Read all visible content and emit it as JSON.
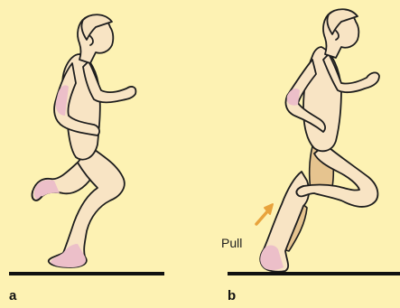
{
  "panels": [
    {
      "label": "a"
    },
    {
      "label": "b"
    }
  ],
  "annotation": {
    "text": "Pull",
    "arrow_color": "#e8a33c"
  },
  "colors": {
    "background": "#fdf2b3",
    "skin": "#f8e4c4",
    "highlight": "#ecbfc9",
    "muscle": "#e6c48f",
    "outline": "#1e1e1e"
  }
}
